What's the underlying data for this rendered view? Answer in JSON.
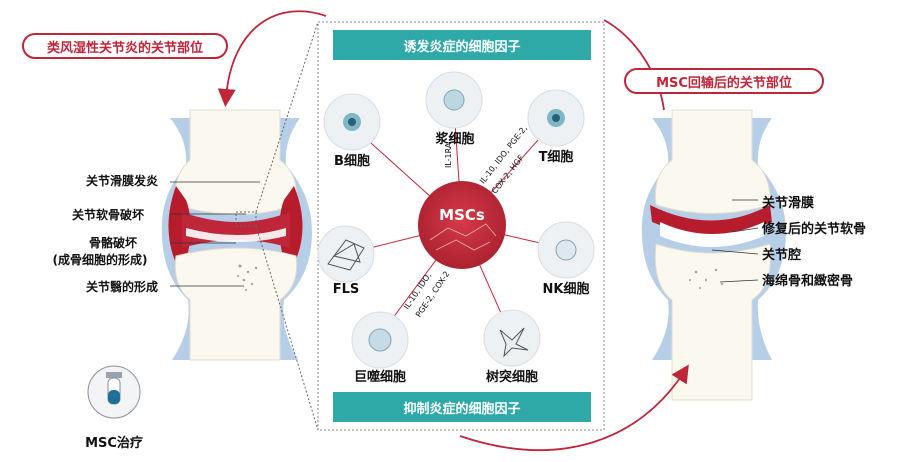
{
  "titles": {
    "left": "类风湿性关节炎的关节部位",
    "right": "MSC回输后的关节部位"
  },
  "banners": {
    "top": "诱发炎症的细胞因子",
    "bottom": "抑制炎症的细胞因子"
  },
  "center_node": "MSCs",
  "cells": {
    "b": "B细胞",
    "plasma": "浆细胞",
    "t": "T细胞",
    "fls": "FLS",
    "nk": "NK细胞",
    "macrophage": "巨噬细胞",
    "dendritic": "树突细胞"
  },
  "cytokines": {
    "il1ra": "IL-1RA",
    "t_line1": "IL-10, IDO, PGE-2,",
    "t_line2": "COX-2, HGF",
    "mac_line1": "IL-10, IDO,",
    "mac_line2": "PGE-2, COX-2"
  },
  "left_labels": {
    "synovium": "关节滑膜发炎",
    "cartilage": "关节软骨破坏",
    "bone1": "骨骼破坏",
    "bone2": "(成骨细胞的形成)",
    "pannus": "关节翳的形成"
  },
  "right_labels": {
    "synovium": "关节滑膜",
    "cartilage": "修复后的关节软骨",
    "cavity": "关节腔",
    "bone": "海绵骨和緻密骨"
  },
  "therapy": "MSC治疗",
  "colors": {
    "red": "#c0263a",
    "teal": "#2fa8a8",
    "blue": "#a9c6e3",
    "bone": "#fbf8f0"
  }
}
